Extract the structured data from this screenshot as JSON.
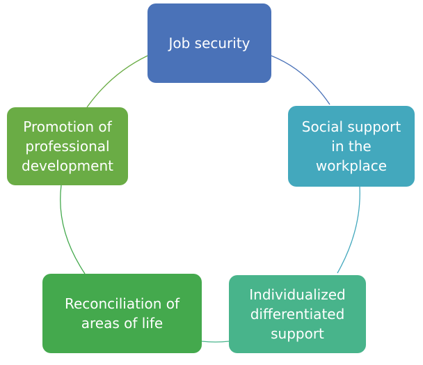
{
  "diagram": {
    "nodes": [
      {
        "id": "job",
        "label": "Job security",
        "color": "#4a72b8"
      },
      {
        "id": "social",
        "label": "Social support\nin the\nworkplace",
        "color": "#43a8bd"
      },
      {
        "id": "individual",
        "label": "Individualized\ndifferentiated\nsupport",
        "color": "#48b48b"
      },
      {
        "id": "reconcile",
        "label": "Reconciliation of\nareas of life",
        "color": "#44a94d"
      },
      {
        "id": "promotion",
        "label": "Promotion of\nprofessional\ndevelopment",
        "color": "#6aac45"
      }
    ],
    "connectors": [
      {
        "from": "job",
        "to": "social",
        "color": "#4a72b8"
      },
      {
        "from": "social",
        "to": "individual",
        "color": "#43a8bd"
      },
      {
        "from": "individual",
        "to": "reconcile",
        "color": "#48b48b"
      },
      {
        "from": "reconcile",
        "to": "promotion",
        "color": "#44a94d"
      },
      {
        "from": "promotion",
        "to": "job",
        "color": "#6aac45"
      }
    ]
  }
}
